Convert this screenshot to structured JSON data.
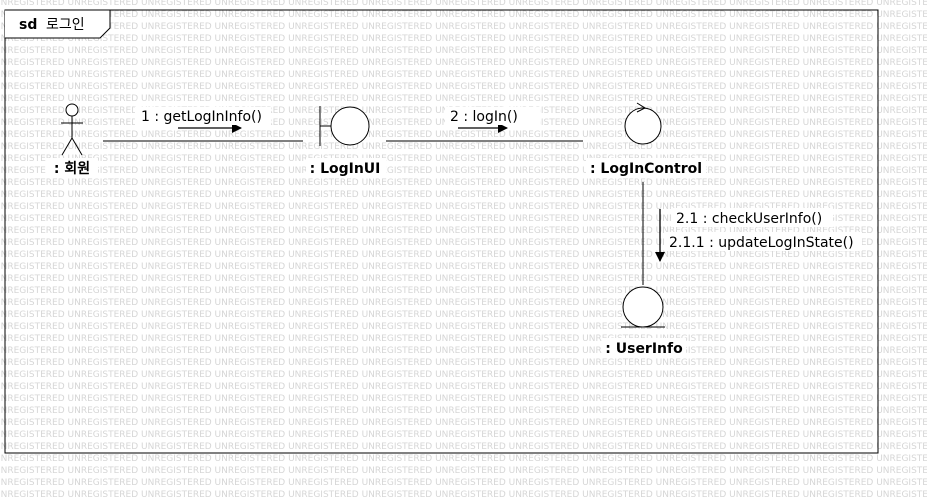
{
  "watermark_text": "UNREGISTERED",
  "frame": {
    "keyword": "sd",
    "name": "로그인"
  },
  "objects": {
    "actor": ": 회원",
    "boundary": ": LogInUI",
    "control": ": LogInControl",
    "entity": ": UserInfo"
  },
  "messages": {
    "m1": "1 : getLogInInfo()",
    "m2": "2 : logIn()",
    "m21": "2.1 : checkUserInfo()",
    "m211": "2.1.1 : updateLogInState()"
  },
  "icons": {
    "actor": "stick-figure-icon",
    "boundary": "boundary-icon",
    "control": "control-icon",
    "entity": "entity-icon"
  }
}
